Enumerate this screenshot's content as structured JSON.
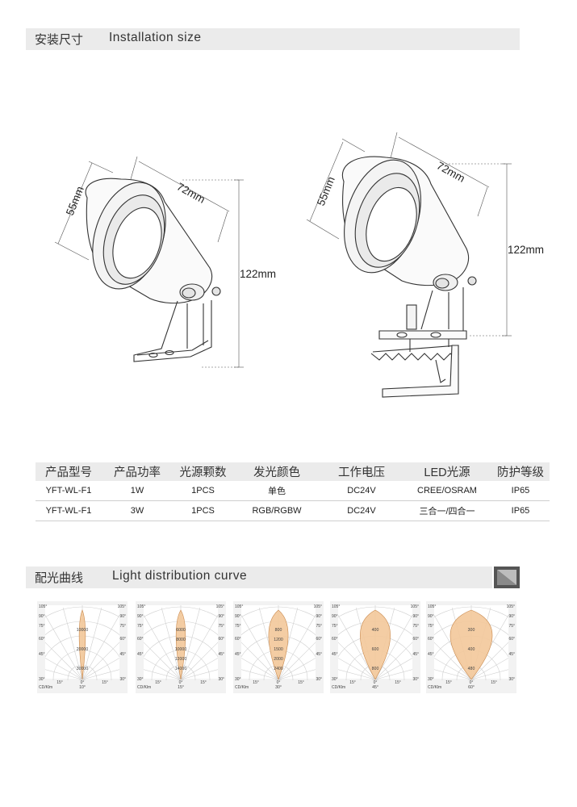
{
  "install_section": {
    "title_zh": "安装尺寸",
    "title_en": "Installation size"
  },
  "dimensions": {
    "left": {
      "diameter": "55mm",
      "length": "72mm",
      "height": "122mm"
    },
    "right": {
      "diameter": "55mm",
      "length": "72mm",
      "height": "122mm"
    }
  },
  "spec_table": {
    "headers": [
      "产品型号",
      "产品功率",
      "光源颗数",
      "发光颜色",
      "工作电压",
      "LED光源",
      "防护等级"
    ],
    "rows": [
      [
        "YFT-WL-F1",
        "1W",
        "1PCS",
        "单色",
        "DC24V",
        "CREE/OSRAM",
        "IP65"
      ],
      [
        "YFT-WL-F1",
        "3W",
        "1PCS",
        "RGB/RGBW",
        "DC24V",
        "三合一/四合一",
        "IP65"
      ]
    ]
  },
  "curve_section": {
    "title_zh": "配光曲线",
    "title_en": "Light distribution curve"
  },
  "polar_common": {
    "angle_labels_left": [
      "105°",
      "90°",
      "75°",
      "60°",
      "45°",
      "30°"
    ],
    "angle_labels_right": [
      "105°",
      "90°",
      "75°",
      "60°",
      "45°",
      "30°"
    ],
    "bottom_labels": [
      "15°",
      "0°",
      "15°"
    ],
    "unit": "CD/Klm",
    "fill_color": "#f3c89a",
    "stroke_color": "#c98a4e"
  },
  "chart_data": [
    {
      "type": "polar",
      "beam_angle": "10°",
      "radial_labels": [
        "10000",
        "20000",
        "30000"
      ]
    },
    {
      "type": "polar",
      "beam_angle": "15°",
      "radial_labels": [
        "6000",
        "8000",
        "10000",
        "12000",
        "14000"
      ]
    },
    {
      "type": "polar",
      "beam_angle": "30°",
      "radial_labels": [
        "800",
        "1200",
        "1500",
        "2000",
        "2400"
      ]
    },
    {
      "type": "polar",
      "beam_angle": "45°",
      "radial_labels": [
        "400",
        "600",
        "800"
      ]
    },
    {
      "type": "polar",
      "beam_angle": "60°",
      "radial_labels": [
        "300",
        "400",
        "480"
      ]
    }
  ]
}
